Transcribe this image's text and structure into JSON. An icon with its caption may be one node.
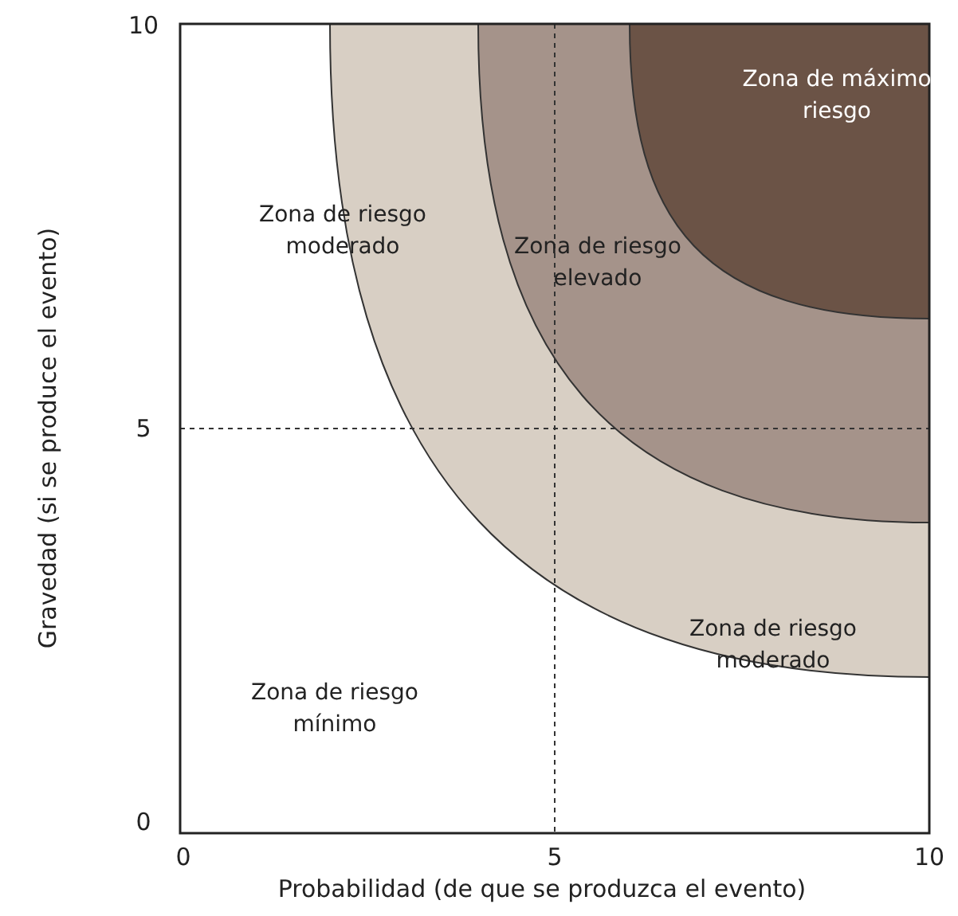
{
  "diagram": {
    "nodes": [
      {
        "text": [
          "Zona de máximo riesgo"
        ]
      },
      {
        "text": [
          "Zona de riesgo moderado"
        ]
      },
      {
        "text": [
          "Zona de riesgo elevado"
        ]
      },
      {
        "text": [
          "Zona de riesgo moderado"
        ]
      },
      {
        "text": [
          "Zona de riesgo mínimo"
        ]
      }
    ],
    "edges": [],
    "labels": [
      "10",
      "Gravedad (si se produce el evento)",
      "5",
      "0",
      "0",
      "5",
      "10",
      "Probabilidad (de que se produzca el evento)"
    ]
  }
}
